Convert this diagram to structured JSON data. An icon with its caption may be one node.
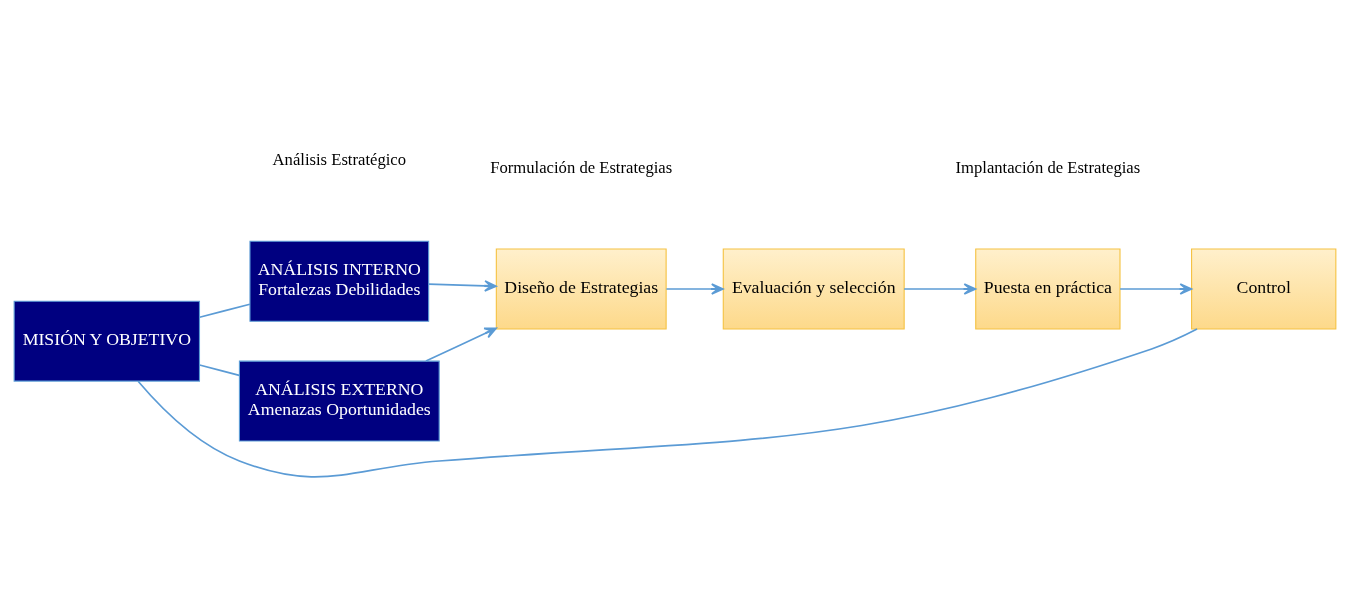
{
  "diagram": {
    "nodes": [
      {
        "text": [
          "MISIÓN Y OBJETIVO"
        ]
      },
      {
        "text": [
          "ANÁLISIS INTERNO",
          "Fortalezas Debilidades"
        ]
      },
      {
        "text": [
          "ANÁLISIS EXTERNO",
          "Amenazas Oportunidades"
        ]
      },
      {
        "text": [
          "Diseño de Estrategias"
        ]
      },
      {
        "text": [
          "Evaluación y selección"
        ]
      },
      {
        "text": [
          "Puesta en práctica"
        ]
      },
      {
        "text": [
          "Control"
        ]
      }
    ],
    "edges": [
      {
        "from": 0,
        "to": 1,
        "arrow": "none"
      },
      {
        "from": 0,
        "to": 2,
        "arrow": "none"
      },
      {
        "from": 1,
        "to": 3,
        "arrow": "to"
      },
      {
        "from": 2,
        "to": 3,
        "arrow": "to"
      },
      {
        "from": 3,
        "to": 4,
        "arrow": "to"
      },
      {
        "from": 4,
        "to": 5,
        "arrow": "to"
      },
      {
        "from": 5,
        "to": 6,
        "arrow": "to"
      },
      {
        "from": 6,
        "to": 0,
        "arrow": "none"
      }
    ],
    "labels": [
      "Análisis Estratégico",
      "Formulación de Estrategias",
      "Implantación de Estrategias"
    ]
  }
}
